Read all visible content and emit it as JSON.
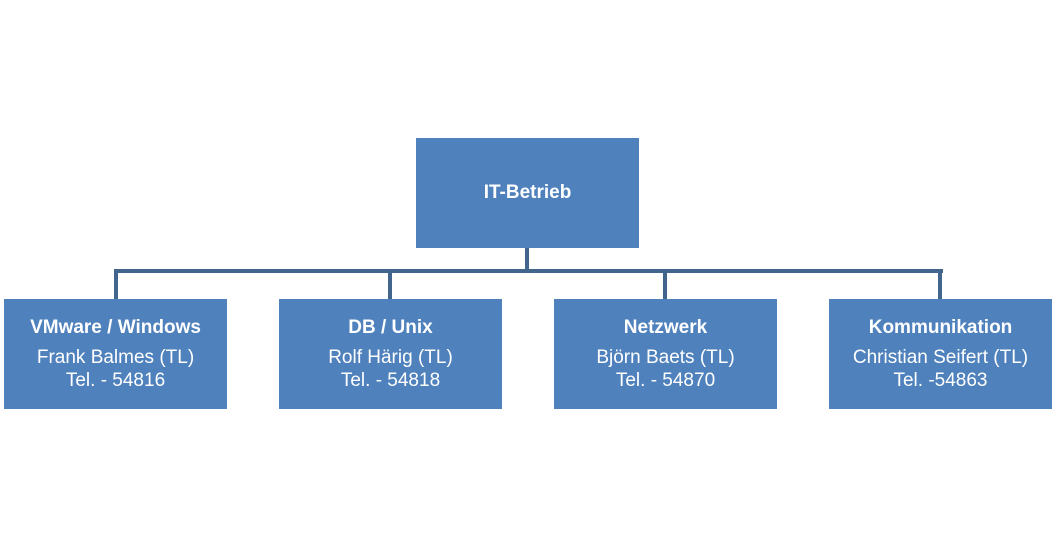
{
  "colors": {
    "box_fill": "#4f81bd",
    "connector": "#41658d",
    "text": "#ffffff",
    "background": "#ffffff"
  },
  "root": {
    "title": "IT-Betrieb"
  },
  "teams": [
    {
      "title": "VMware / Windows",
      "lead": "Frank Balmes (TL)",
      "phone": "Tel. - 54816"
    },
    {
      "title": "DB / Unix",
      "lead": "Rolf Härig (TL)",
      "phone": "Tel. - 54818"
    },
    {
      "title": "Netzwerk",
      "lead": "Björn Baets (TL)",
      "phone": "Tel. - 54870"
    },
    {
      "title": "Kommunikation",
      "lead": "Christian Seifert (TL)",
      "phone": "Tel. -54863"
    }
  ]
}
